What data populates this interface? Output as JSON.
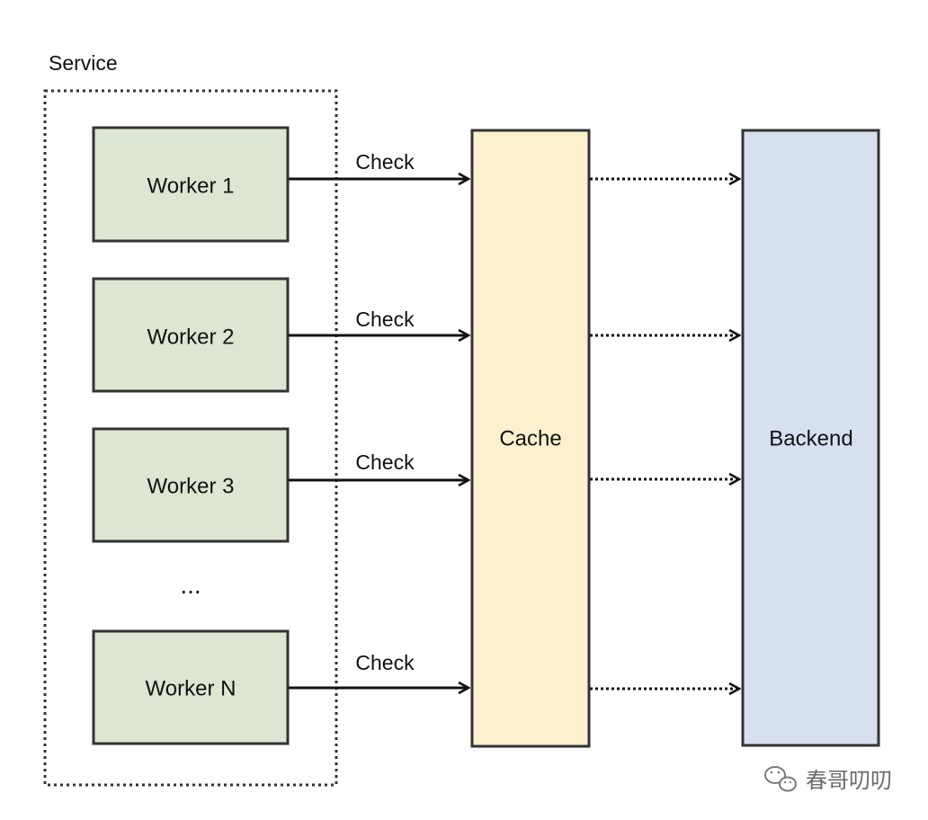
{
  "service": {
    "title": "Service"
  },
  "workers": [
    {
      "label": "Worker 1",
      "edge_label": "Check"
    },
    {
      "label": "Worker 2",
      "edge_label": "Check"
    },
    {
      "label": "Worker 3",
      "edge_label": "Check"
    },
    {
      "label": "Worker N",
      "edge_label": "Check"
    }
  ],
  "ellipsis": "...",
  "cache": {
    "label": "Cache",
    "fill": "#fbf1ce"
  },
  "backend": {
    "label": "Backend",
    "fill": "#d6e0ee"
  },
  "colors": {
    "worker_fill": "#dce6d2",
    "stroke": "#333333",
    "arrow": "#111111"
  },
  "watermark": {
    "text": "春哥叨叨",
    "icon": "wechat-icon"
  }
}
